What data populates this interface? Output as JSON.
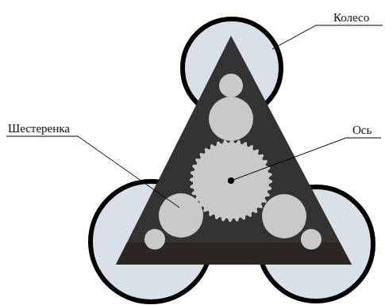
{
  "diagram": {
    "labels": [
      "Колесо",
      "Шестеренка",
      "Ось"
    ]
  }
}
